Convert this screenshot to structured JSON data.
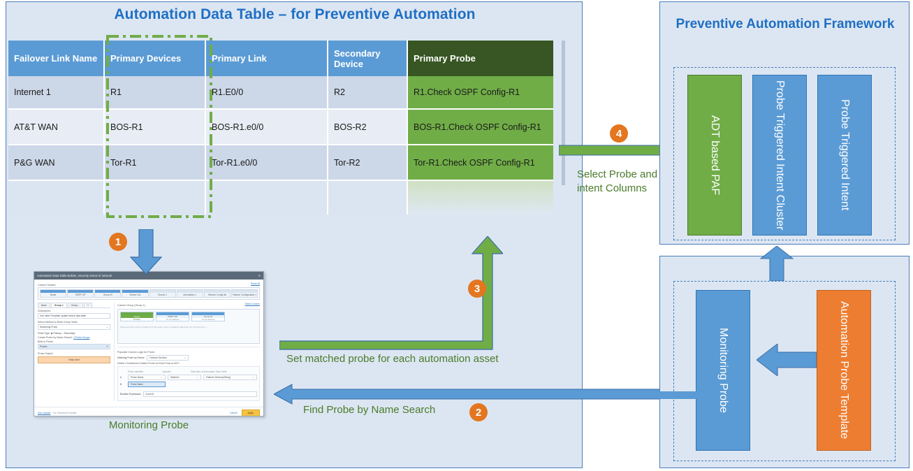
{
  "left_panel": {
    "title": "Automation Data Table – for Preventive Automation",
    "table": {
      "headers": [
        "Failover Link Name",
        "Primary Devices",
        "Primary Link",
        "Secondary Device",
        "Primary Probe"
      ],
      "rows": [
        [
          "Internet 1",
          "R1",
          "R1.E0/0",
          "R2",
          "R1.Check OSPF Config-R1"
        ],
        [
          "AT&T WAN",
          "BOS-R1",
          "BOS-R1.e0/0",
          "BOS-R2",
          "BOS-R1.Check OSPF Config-R1"
        ],
        [
          "P&G WAN",
          "Tor-R1",
          "Tor-R1.e0/0",
          "Tor-R2",
          "Tor-R1.Check OSPF Config-R1"
        ],
        [
          "",
          "",
          "",
          "",
          ""
        ]
      ]
    },
    "probe_caption": "Monitoring Probe"
  },
  "probe_app": {
    "window_title": "Automation Data Table Builder_Security Zones of network",
    "close_label": "✕",
    "reset_link": "Reset All",
    "column_header_label": "Column Header:",
    "column_header_cells": [
      {
        "letter": "A",
        "name": "Name",
        "dim": false
      },
      {
        "letter": "B",
        "name": "HSRP VIP",
        "dim": false
      },
      {
        "letter": "C",
        "name": "Group ID",
        "dim": false
      },
      {
        "letter": "D",
        "name": "Device List",
        "dim": false
      },
      {
        "letter": "E",
        "name": "Source 1",
        "dim": true
      },
      {
        "letter": "F",
        "name": "Automation 1",
        "dim": true
      },
      {
        "letter": "G",
        "name": "Failover Config list",
        "dim": true
      },
      {
        "letter": "H",
        "name": "Failover Configuration 1",
        "dim": true
      }
    ],
    "tabs": [
      "Base",
      "Group 1",
      "Group...",
      "+"
    ],
    "active_tab": "Group 1",
    "description_label": "Description:",
    "description_value": "Use Intent Template update device data table",
    "method_label": "Select Method to Build Group Table:",
    "method_value": "Monitoring Probe",
    "probe_type_label": "Probe Type:",
    "probe_type_primary": "Primary",
    "probe_type_secondary": "Secondary",
    "name_search_label": "Create Probe by Name Search:",
    "name_search_link": "3 Probe Groups",
    "builtin_label": "Built-in Fields:",
    "builtin_value": "Probes",
    "probe_output_label": "Probe Output:",
    "probe_output_value": "Flash Alert",
    "group_panel_title": "Column Group (Group 1)",
    "select_column_link": "Select Column",
    "group_cards": [
      {
        "letter": "A",
        "name": "Name",
        "sub": "Probes",
        "green": true
      },
      {
        "letter": "B",
        "name": "HSRP VIP",
        "sub": "To be defined",
        "green": false
      },
      {
        "letter": "C",
        "name": "Group ID",
        "sub": "To be defined",
        "green": false
      }
    ],
    "drag_hint": "(Drag and drop column header from the upper area or available data field from the left here...)",
    "logic_title": "Populate Column Logic for Probe:",
    "match_label": "Matching Probe by Device:",
    "match_value": "Failover Devices",
    "conditions_label": "Define Conditions to Match Probe for Each Row of ADT:",
    "cond_headers": [
      "Probe Identifier",
      "Operator",
      "Data field of Automation Data Table"
    ],
    "cond_row_a": {
      "id": "A",
      "identifier": "Probe Name",
      "operator": "Matches",
      "field": "Failover Devices(String)"
    },
    "cond_dropdown_option": "Probe Name",
    "cond_row_b": {
      "id": "B"
    },
    "boolean_label": "Boolean Expression:",
    "boolean_value": "A and B",
    "auto_update": "Auto Update",
    "scheduled": "No Scheduled Update",
    "cancel_label": "Cancel",
    "apply_label": "Apply"
  },
  "flow": {
    "step1": "1",
    "step2": "2",
    "step3": "3",
    "step4": "4",
    "label_step2": "Find Probe by Name Search",
    "label_step3": "Set matched probe for each automation asset",
    "label_step4": "Select Probe and intent Columns"
  },
  "right_panel": {
    "title": "Preventive Automation Framework",
    "top_boxes": [
      {
        "label": "ADT based PAF",
        "color": "#70ad47"
      },
      {
        "label": "Probe Triggered Intent Cluster",
        "color": "#5b9bd5"
      },
      {
        "label": "Probe Triggered Intent",
        "color": "#5b9bd5"
      }
    ],
    "bottom_boxes": [
      {
        "label": "Monitoring Probe",
        "color": "#5b9bd5"
      },
      {
        "label": "Automation Probe Template",
        "color": "#ed7d31"
      }
    ]
  },
  "colors": {
    "panel_bg": "#dce6f2",
    "panel_border": "#4a7ebb",
    "title_blue": "#1f6fc4",
    "header_blue": "#5b9bd5",
    "probe_header_green": "#375623",
    "probe_cell_green": "#70ad47",
    "badge_orange": "#e3761e",
    "green_text": "#4a7b2a",
    "orange_box": "#ed7d31"
  }
}
